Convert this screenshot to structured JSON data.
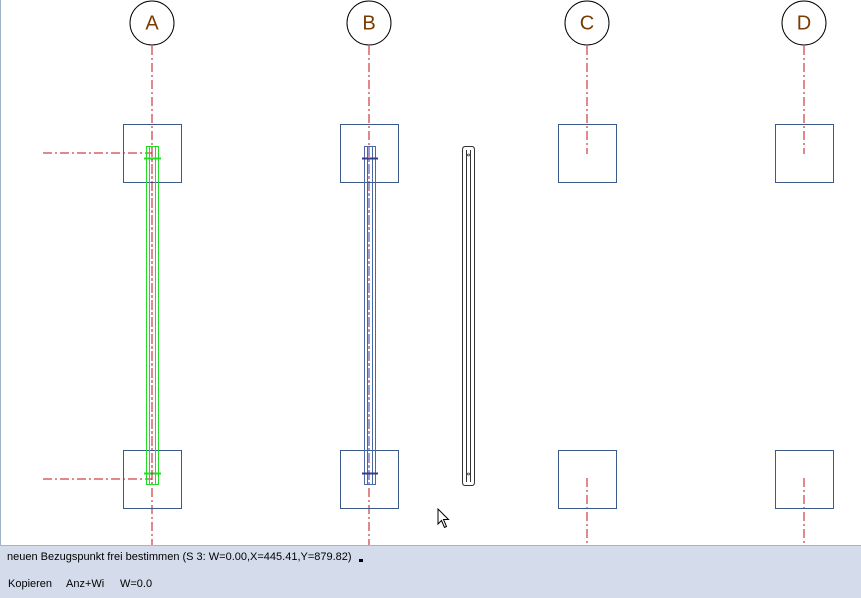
{
  "grid_axes": [
    "A",
    "B",
    "C",
    "D"
  ],
  "colors": {
    "axis_line": "#c0101a",
    "column_box": "#3a5a8a",
    "selected_beam": "#22dd22",
    "beam_outline": "#4a68a8",
    "beam_plain": "#333333",
    "axis_label": "#7a3c00",
    "status_bg": "#d4dcec"
  },
  "status": {
    "prompt": "neuen Bezugspunkt frei bestimmen (S 3: W=0.00,X=445.41,Y=879.82)"
  },
  "commands": {
    "copy": "Kopieren",
    "count_angle": "Anz+Wi",
    "angle_value": "W=0.0"
  }
}
